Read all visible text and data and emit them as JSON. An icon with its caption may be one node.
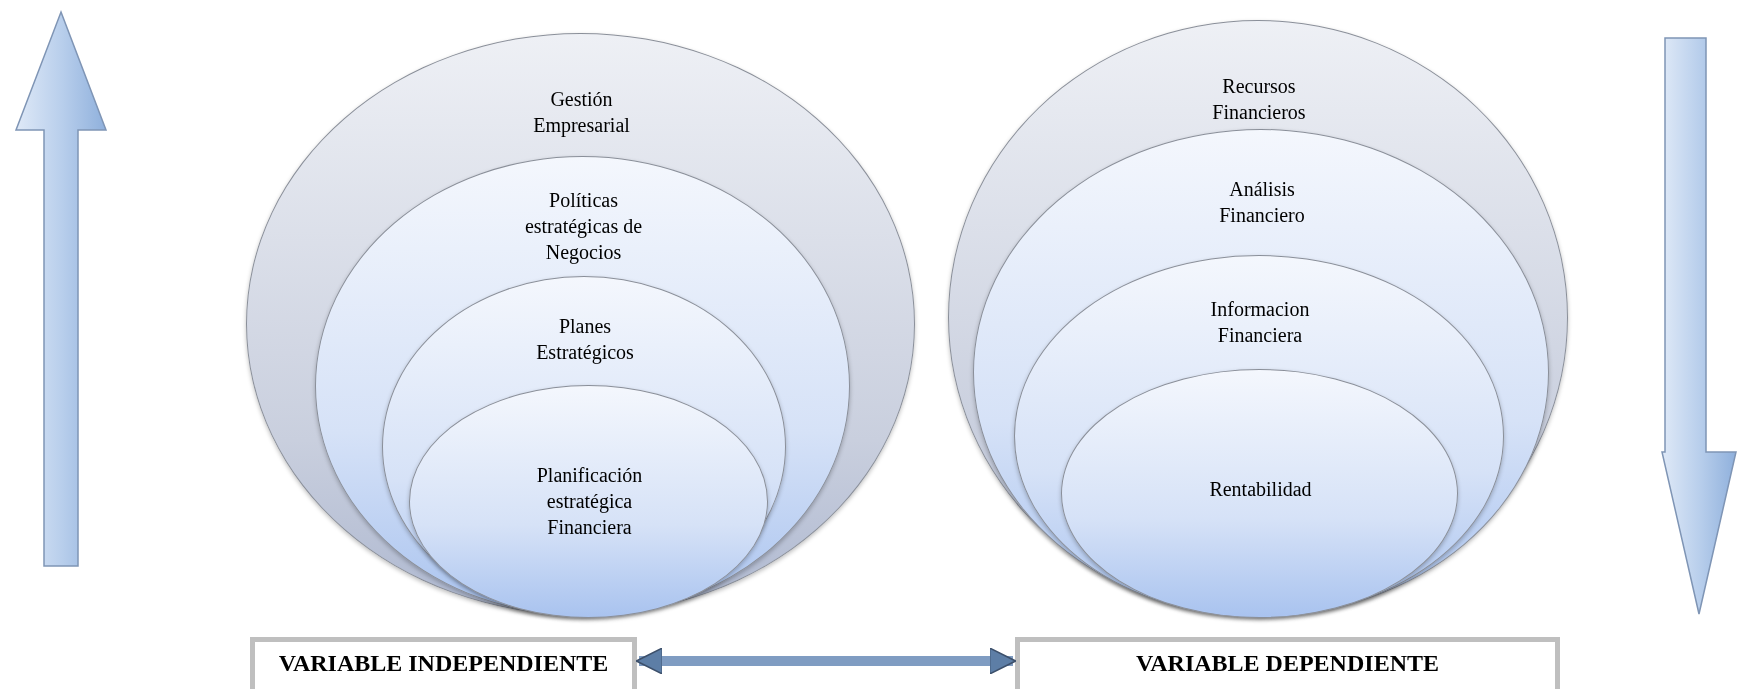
{
  "diagram": {
    "nodes": [
      {
        "text": [
          "Gestión Empresarial"
        ]
      },
      {
        "text": [
          "Políticas estratégicas de Negocios"
        ],
        "in": 0
      },
      {
        "text": [
          "Planes Estratégicos"
        ],
        "in": 1
      },
      {
        "text": [
          "Planificación estratégica Financiera"
        ],
        "in": 2
      },
      {
        "text": [
          "Recursos Financieros"
        ]
      },
      {
        "text": [
          "Análisis Financiero"
        ],
        "in": 4
      },
      {
        "text": [
          "Informacion Financiera"
        ],
        "in": 5
      },
      {
        "text": [
          "Rentabilidad"
        ],
        "in": 6
      },
      {
        "text": [
          "VARIABLE INDEPENDIENTE"
        ]
      },
      {
        "text": [
          "VARIABLE DEPENDIENTE"
        ]
      }
    ],
    "edges": [
      {
        "from": 8,
        "to": 9,
        "arrow": "both"
      }
    ]
  }
}
